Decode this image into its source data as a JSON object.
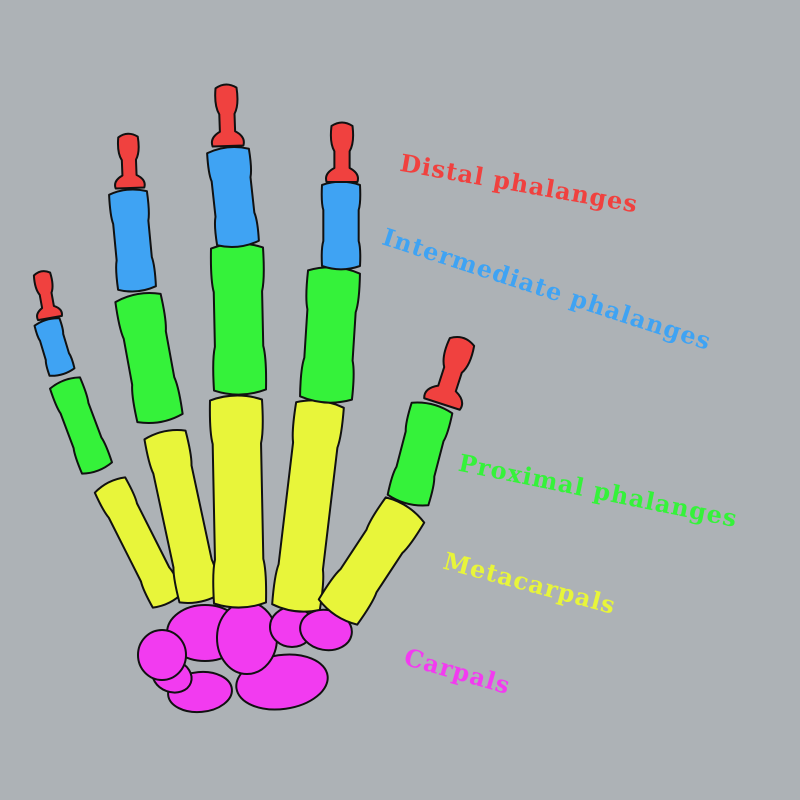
{
  "colors": {
    "background": "#adb2b6",
    "distal": "#f0413f",
    "intermediate": "#3fa3f3",
    "proximal": "#35f23a",
    "metacarpal": "#e8f53a",
    "carpal": "#f23bf0"
  },
  "labels": {
    "distal": "Distal phalanges",
    "intermediate": "Intermediate phalanges",
    "proximal": "Proximal phalanges",
    "metacarpals": "Metacarpals",
    "carpals": "Carpals"
  }
}
